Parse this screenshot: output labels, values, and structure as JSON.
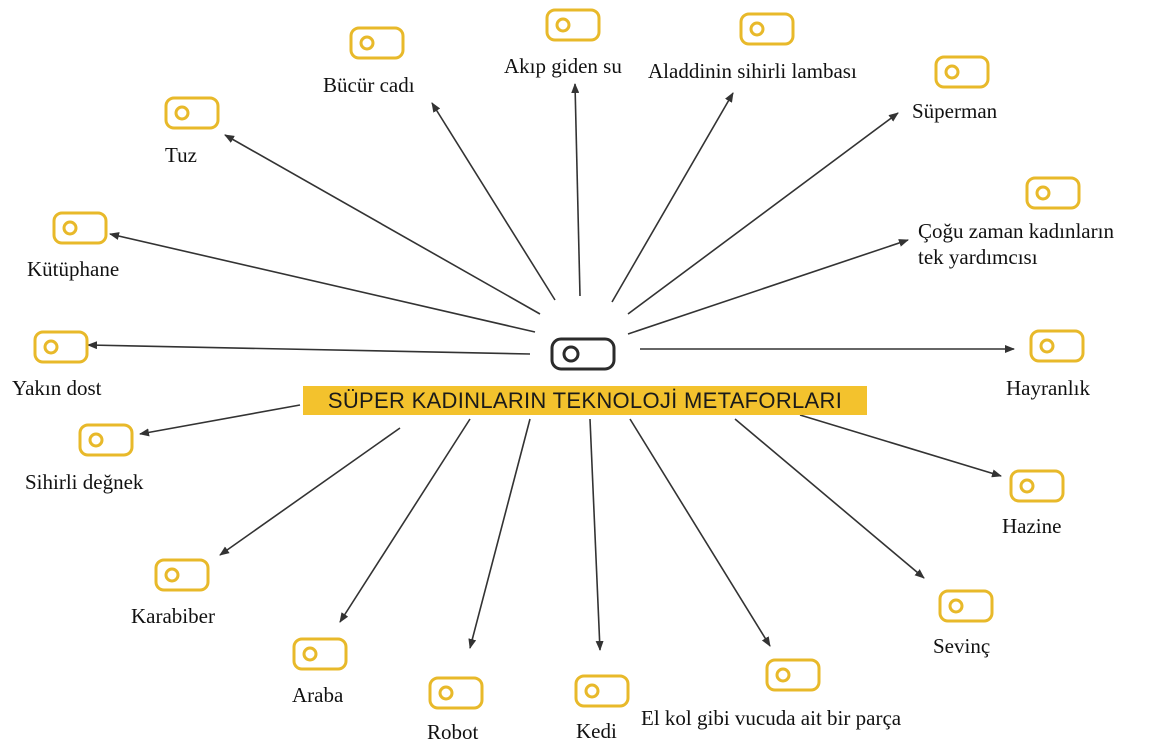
{
  "title": "SÜPER KADINLARIN TEKNOLOJİ METAFORLARI",
  "icon_semantic": "toggle-switch-icon",
  "colors": {
    "accent": "#f3c22d",
    "icon_stroke": "#e8b92a",
    "arrow": "#333333",
    "center_icon": "#2b2b2b"
  },
  "nodes": [
    {
      "label": "Bücür cadı"
    },
    {
      "label": "Akıp giden su"
    },
    {
      "label": "Aladdinin sihirli lambası"
    },
    {
      "label": "Süperman"
    },
    {
      "label": "Tuz"
    },
    {
      "label": "Çoğu zaman kadınların\ntek yardımcısı"
    },
    {
      "label": "Kütüphane"
    },
    {
      "label": "Yakın dost"
    },
    {
      "label": "Hayranlık"
    },
    {
      "label": "Sihirli değnek"
    },
    {
      "label": "Hazine"
    },
    {
      "label": "Karabiber"
    },
    {
      "label": "Sevinç"
    },
    {
      "label": "Araba"
    },
    {
      "label": "Robot"
    },
    {
      "label": "Kedi"
    },
    {
      "label": "El kol gibi vucuda ait bir parça"
    }
  ]
}
